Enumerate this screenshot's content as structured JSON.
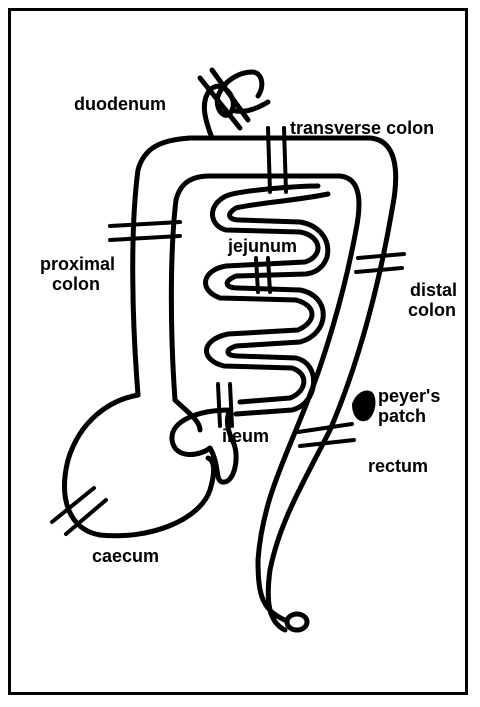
{
  "labels": {
    "duodenum": "duodenum",
    "transverse_colon": "transverse colon",
    "jejunum": "jejunum",
    "proximal": "proximal",
    "proximal_colon": "colon",
    "distal": "distal",
    "distal_colon": "colon",
    "peyers": "peyer's",
    "patch": "patch",
    "ileum": "ileum",
    "rectum": "rectum",
    "caecum": "caecum"
  }
}
